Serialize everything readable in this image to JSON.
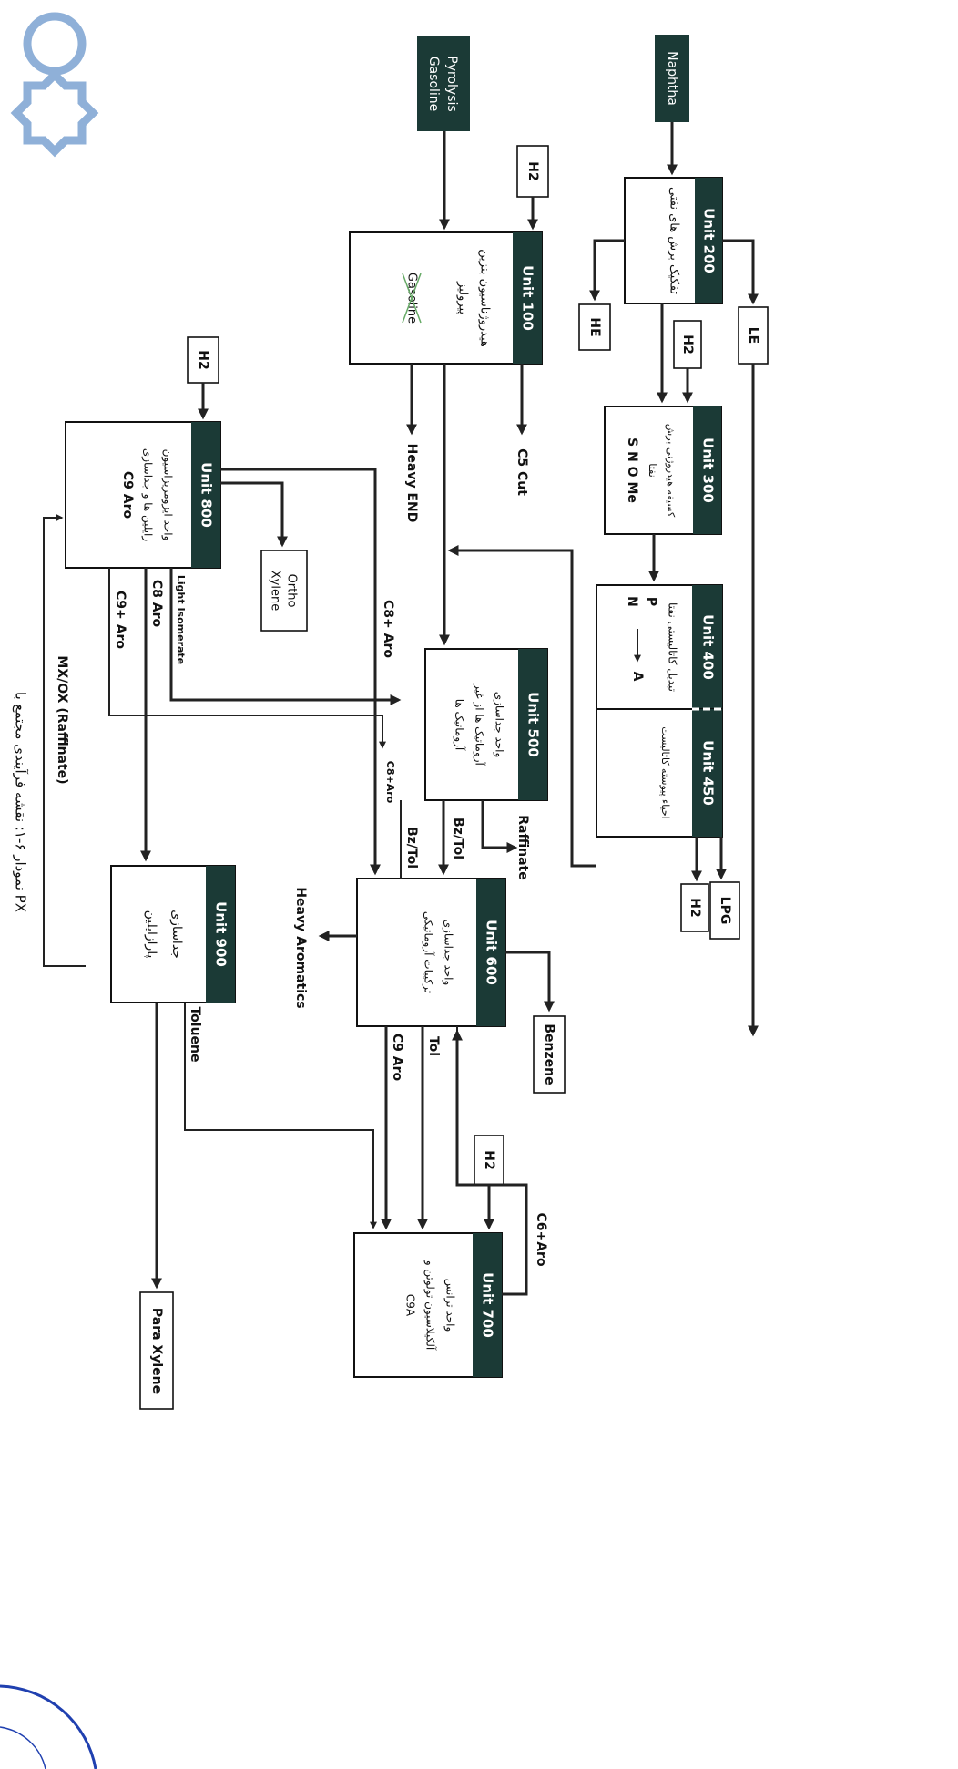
{
  "colors": {
    "header": "#1b3a36",
    "line": "#222222",
    "logo": "#8fb0d8",
    "stamp": "#2040b0"
  },
  "sources": {
    "naphtha": "Naphtha",
    "pyrolysis_line1": "Pyrolysis",
    "pyrolysis_line2": "Gasoline"
  },
  "units": {
    "u100": {
      "title": "Unit 100",
      "desc1": "هیدروژناسیون بنزین",
      "desc2": "پیرولیز",
      "desc3": "Gasoline"
    },
    "u200": {
      "title": "Unit 200",
      "desc1": "تفکیک برش های نفتی"
    },
    "u300": {
      "title": "Unit 300",
      "desc1": "کسیفه هیدروژنی برش",
      "desc2": "نفتا",
      "desc3": "S N O Me"
    },
    "u400": {
      "title": "Unit 400",
      "desc1": "تبدیل کاتالیستی نفتا",
      "desc2": "P",
      "desc3": "N",
      "desc4": "A"
    },
    "u450": {
      "title": "Unit 450",
      "desc1": "احیاء پیوسته کاتالیست"
    },
    "u500": {
      "title": "Unit 500",
      "desc1": "واحد جداسازی",
      "desc2": "آروماتیک ها از غیر",
      "desc3": "آروماتیک ها"
    },
    "u600": {
      "title": "Unit 600",
      "desc1": "واحد جداسازی",
      "desc2": "ترکیبات آروماتیکی"
    },
    "u700": {
      "title": "Unit 700",
      "desc1": "واحد ترانس",
      "desc2": "آلکیلاسیون تولوئن و",
      "desc3": "C9A"
    },
    "u800": {
      "title": "Unit 800",
      "desc1": "واحد ایزومریزاسیون",
      "desc2": "زایلین ها و جداسازی",
      "desc3": "C9 Aro"
    },
    "u900": {
      "title": "Unit 900",
      "desc1": "جداسازی",
      "desc2": "پارازایلین"
    }
  },
  "small_boxes": {
    "h2_100": "H2",
    "h2_300": "H2",
    "h2_700": "H2",
    "h2_800": "H2",
    "he": "HE",
    "le": "LE",
    "lpg": "LPG",
    "h2_out": "H2",
    "benzene": "Benzene",
    "para_xylene": "Para Xylene",
    "ortho_line1": "Ortho",
    "ortho_line2": "Xylene"
  },
  "labels": {
    "c5_cut": "C5 Cut",
    "heavy_end": "Heavy END",
    "c8_aro_top": "C8+ Aro",
    "c8_aro_small": "C8+Aro",
    "light_isomerate": "Light Isomerate",
    "c8_aro": "C8 Aro",
    "c9_aro_800": "C9+ Aro",
    "mx_ox": "MX/OX (Raffinate)",
    "raffinate": "Raffinate",
    "bz_tol_1": "Bz/Tol",
    "bz_tol_2": "Bz/Tol",
    "heavy_aromatics": "Heavy Aromatics",
    "tol": "Tol",
    "c9_aro": "C9 Aro",
    "toluene": "Toluene",
    "c6_aro": "C6+Aro"
  },
  "caption": "نمودار ۶-۱: نقشه فرآیندی مجتمع با PX"
}
